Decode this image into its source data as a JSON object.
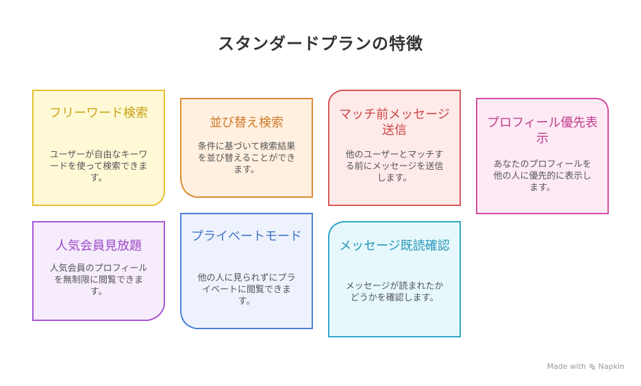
{
  "title": "スタンダードプランの特徴",
  "cards": [
    {
      "heading": "フリーワード検索",
      "description": "ユーザーが自由なキーワードを使って検索できます。",
      "fill": "#fff9d6",
      "stroke": "#e6c02e",
      "text": "#c9a212"
    },
    {
      "heading": "並び替え検索",
      "description": "条件に基づいて検索結果を並び替えることができます。",
      "fill": "#fff0e0",
      "stroke": "#e08a32",
      "text": "#d07a28"
    },
    {
      "heading": "マッチ前メッセージ送信",
      "description": "他のユーザーとマッチする前にメッセージを送信します。",
      "fill": "#ffeaea",
      "stroke": "#d65555",
      "text": "#cc4545"
    },
    {
      "heading": "プロフィール優先表示",
      "description": "あなたのプロフィールを他の人に優先的に表示します。",
      "fill": "#fdeaf5",
      "stroke": "#d64b9e",
      "text": "#c23c8c"
    },
    {
      "heading": "人気会員見放題",
      "description": "人気会員のプロフィールを無制限に閲覧できます。",
      "fill": "#f6ecfc",
      "stroke": "#a855d6",
      "text": "#9a48c8"
    },
    {
      "heading": "プライベートモード",
      "description": "他の人に見られずにプライベートに閲覧できます。",
      "fill": "#edf2fd",
      "stroke": "#4a7fd4",
      "text": "#3f74c8"
    },
    {
      "heading": "メッセージ既読確認",
      "description": "メッセージが読まれたかどうかを確認します。",
      "fill": "#e6f8fc",
      "stroke": "#2fa7c8",
      "text": "#2595b8"
    }
  ],
  "footer": {
    "prefix": "Made with",
    "brand": "Napkin",
    "icon": "napkin-logo-icon"
  }
}
